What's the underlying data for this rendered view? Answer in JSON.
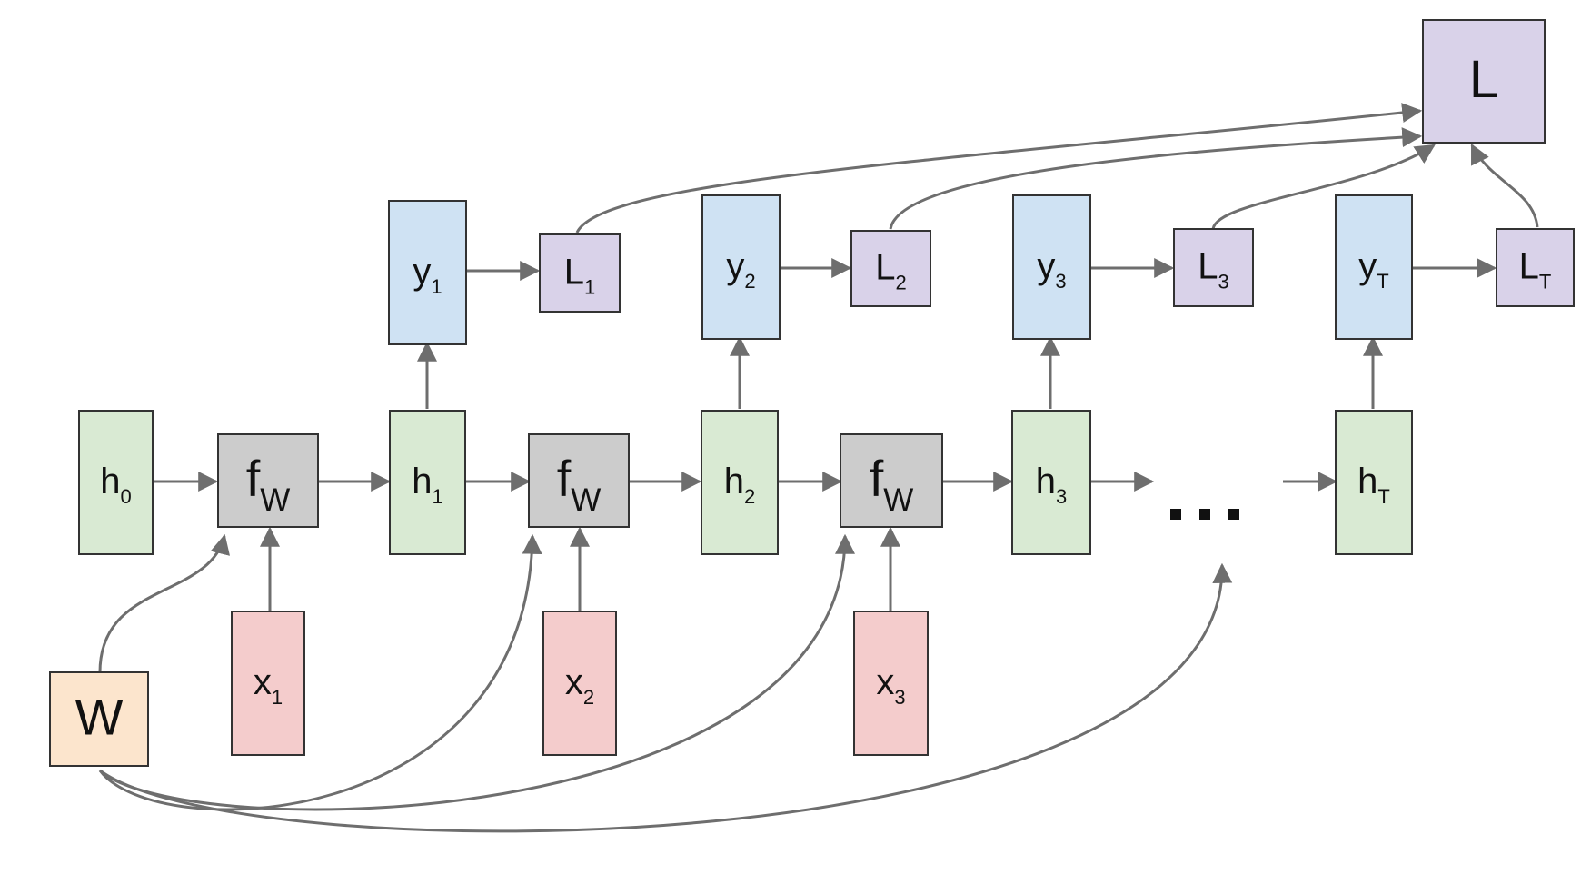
{
  "colors": {
    "hidden": "#d9ead3",
    "func": "#cccccc",
    "input": "#f4cccc",
    "output": "#cfe2f3",
    "loss": "#d9d2e9",
    "weight": "#fce5cd",
    "edge": "#6e6e6e",
    "border": "#333333"
  },
  "nodes": {
    "h0": {
      "base": "h",
      "sub": "0",
      "kind": "hidden"
    },
    "fw1": {
      "base": "f",
      "sub": "W",
      "kind": "func"
    },
    "h1": {
      "base": "h",
      "sub": "1",
      "kind": "hidden"
    },
    "fw2": {
      "base": "f",
      "sub": "W",
      "kind": "func"
    },
    "h2": {
      "base": "h",
      "sub": "2",
      "kind": "hidden"
    },
    "fw3": {
      "base": "f",
      "sub": "W",
      "kind": "func"
    },
    "h3": {
      "base": "h",
      "sub": "3",
      "kind": "hidden"
    },
    "hT": {
      "base": "h",
      "sub": "T",
      "kind": "hidden"
    },
    "x1": {
      "base": "x",
      "sub": "1",
      "kind": "input"
    },
    "x2": {
      "base": "x",
      "sub": "2",
      "kind": "input"
    },
    "x3": {
      "base": "x",
      "sub": "3",
      "kind": "input"
    },
    "y1": {
      "base": "y",
      "sub": "1",
      "kind": "output"
    },
    "y2": {
      "base": "y",
      "sub": "2",
      "kind": "output"
    },
    "y3": {
      "base": "y",
      "sub": "3",
      "kind": "output"
    },
    "yT": {
      "base": "y",
      "sub": "T",
      "kind": "output"
    },
    "L1": {
      "base": "L",
      "sub": "1",
      "kind": "loss"
    },
    "L2": {
      "base": "L",
      "sub": "2",
      "kind": "loss"
    },
    "L3": {
      "base": "L",
      "sub": "3",
      "kind": "loss"
    },
    "LT": {
      "base": "L",
      "sub": "T",
      "kind": "loss"
    },
    "L": {
      "base": "L",
      "sub": "",
      "kind": "loss"
    },
    "W": {
      "base": "W",
      "sub": "",
      "kind": "weight"
    }
  },
  "ellipsis": "...",
  "edges": [
    [
      "h0",
      "fw1"
    ],
    [
      "fw1",
      "h1"
    ],
    [
      "h1",
      "fw2"
    ],
    [
      "fw2",
      "h2"
    ],
    [
      "h2",
      "fw3"
    ],
    [
      "fw3",
      "h3"
    ],
    [
      "x1",
      "fw1"
    ],
    [
      "x2",
      "fw2"
    ],
    [
      "x3",
      "fw3"
    ],
    [
      "h1",
      "y1"
    ],
    [
      "h2",
      "y2"
    ],
    [
      "h3",
      "y3"
    ],
    [
      "hT",
      "yT"
    ],
    [
      "y1",
      "L1"
    ],
    [
      "y2",
      "L2"
    ],
    [
      "y3",
      "L3"
    ],
    [
      "yT",
      "LT"
    ],
    [
      "L1",
      "L"
    ],
    [
      "L2",
      "L"
    ],
    [
      "L3",
      "L"
    ],
    [
      "LT",
      "L"
    ],
    [
      "W",
      "fw1"
    ],
    [
      "W",
      "fw2"
    ],
    [
      "W",
      "fw3"
    ],
    [
      "W",
      "..."
    ],
    [
      "h3",
      "..."
    ],
    [
      "...",
      "hT"
    ]
  ]
}
